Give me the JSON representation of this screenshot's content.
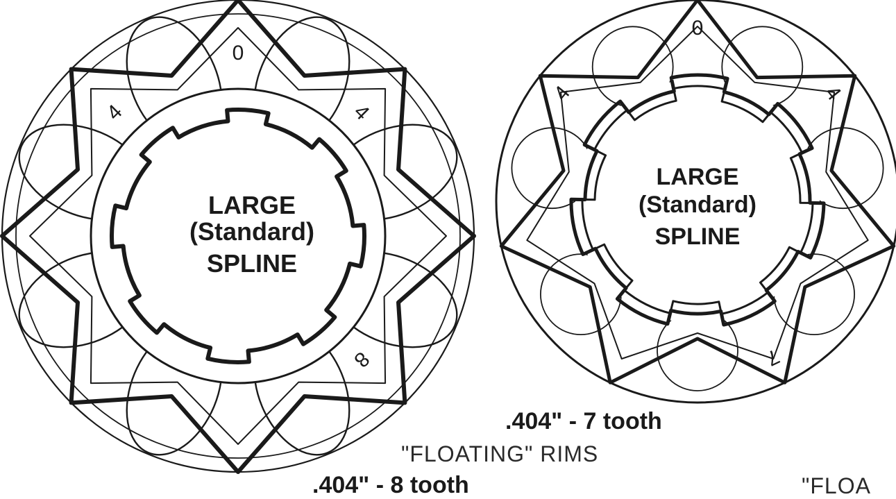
{
  "colors": {
    "ink": "#1a1a1a",
    "paper": "#ffffff"
  },
  "left_sprocket": {
    "teeth": 8,
    "hub_label": [
      "LARGE",
      "(Standard)",
      "SPLINE"
    ],
    "tooth_numbers": [
      "0",
      "4",
      "4",
      "8"
    ]
  },
  "right_sprocket": {
    "teeth": 7,
    "hub_label": [
      "LARGE",
      "(Standard)",
      "SPLINE"
    ],
    "tooth_numbers": [
      "0",
      "4",
      "4",
      "7"
    ]
  },
  "captions": {
    "seven_tooth": ".404\" - 7 tooth",
    "floating_rims": "\"FLOATING\" RIMS",
    "eight_tooth": ".404\" - 8 tooth",
    "floating_cut": "\"FLOA"
  }
}
